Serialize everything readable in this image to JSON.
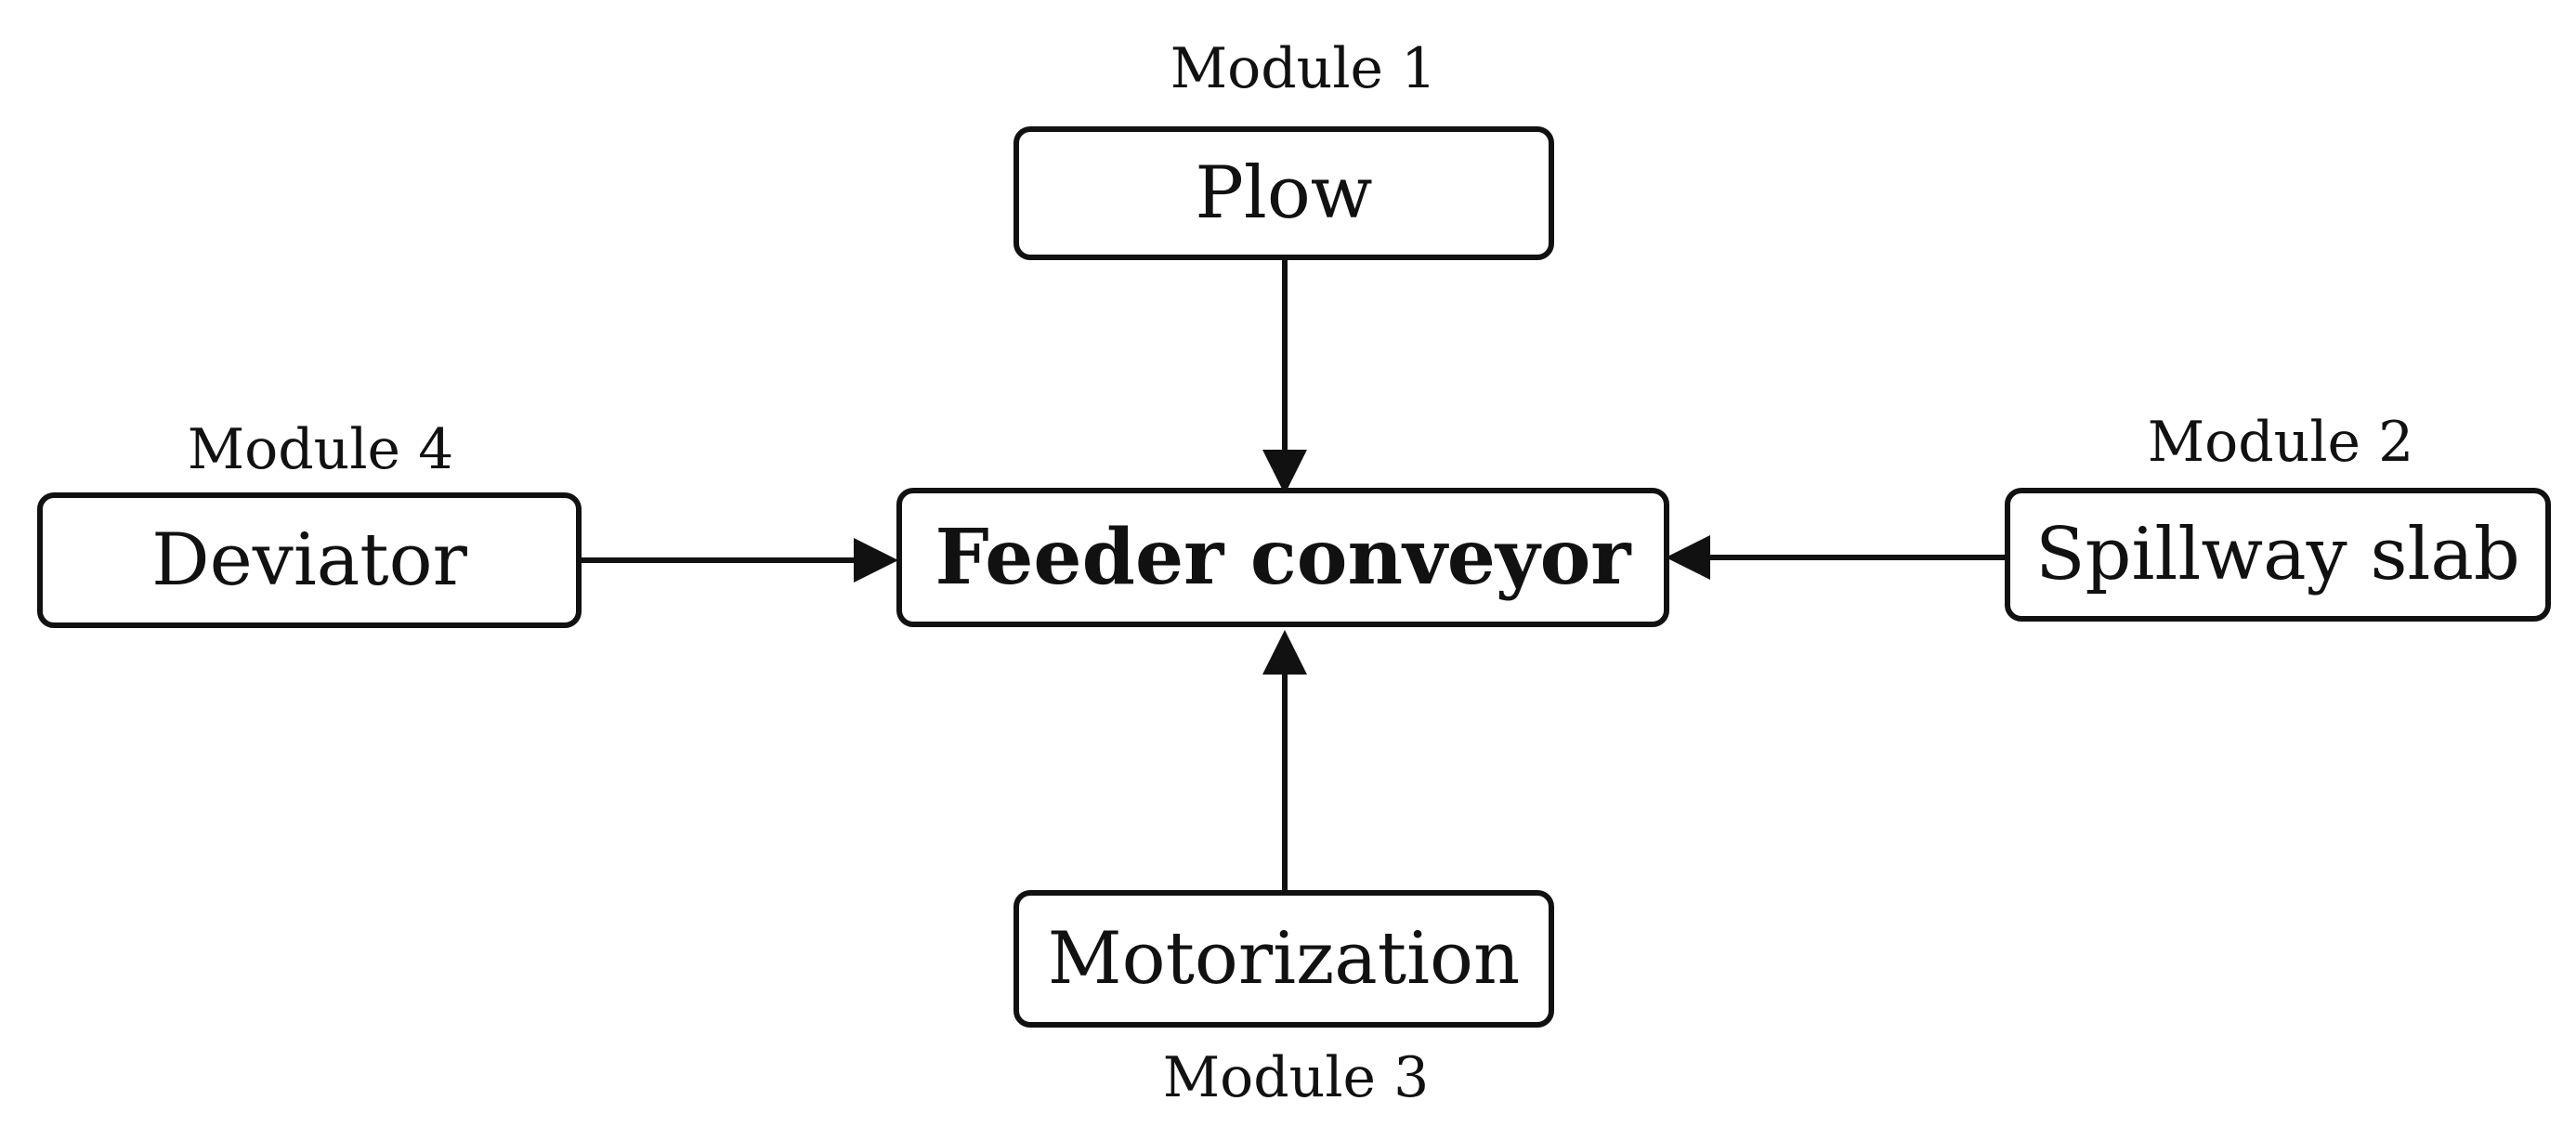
{
  "center": {
    "label": "Feeder conveyor"
  },
  "modules": {
    "top": {
      "module_label": "Module 1",
      "box_label": "Plow"
    },
    "right": {
      "module_label": "Module 2",
      "box_label": "Spillway slab"
    },
    "bottom": {
      "module_label": "Module 3",
      "box_label": "Motorization"
    },
    "left": {
      "module_label": "Module 4",
      "box_label": "Deviator"
    }
  },
  "colors": {
    "stroke": "#111111",
    "background": "#ffffff"
  }
}
